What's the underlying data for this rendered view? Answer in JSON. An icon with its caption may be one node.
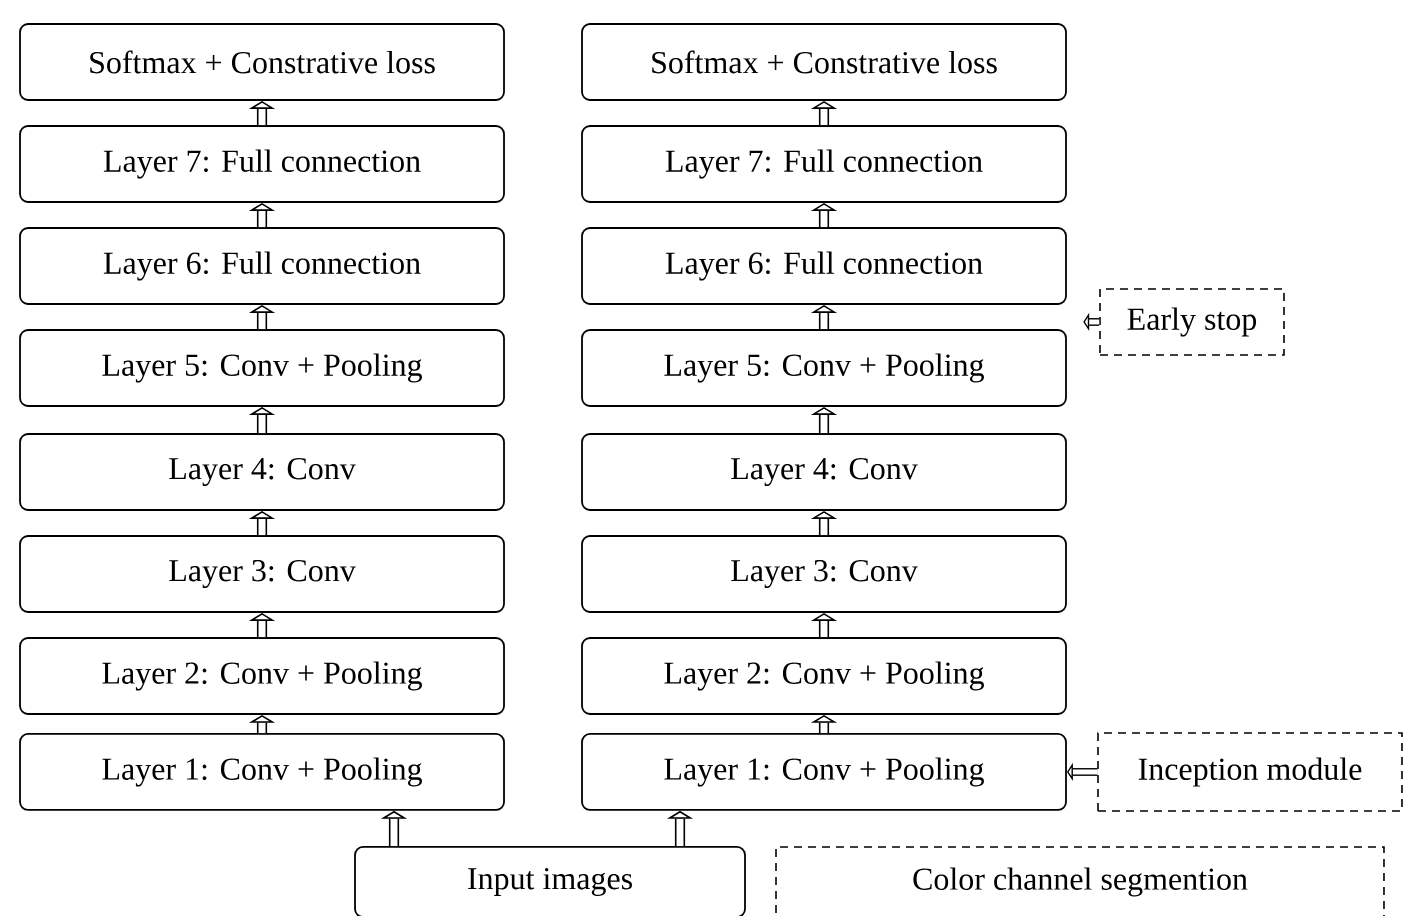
{
  "diagram": {
    "nodes": [
      {
        "text": [
          "Softmax + Constrative loss"
        ]
      },
      {
        "text": [
          "Layer 7: Full connection"
        ]
      },
      {
        "text": [
          "Layer 6: Full connection"
        ]
      },
      {
        "text": [
          "Layer 5: Conv + Pooling"
        ]
      },
      {
        "text": [
          "Layer 4: Conv"
        ]
      },
      {
        "text": [
          "Layer 3: Conv"
        ]
      },
      {
        "text": [
          "Layer 2: Conv + Pooling"
        ]
      },
      {
        "text": [
          "Layer 1: Conv + Pooling"
        ]
      },
      {
        "text": [
          "Softmax + Constrative loss"
        ]
      },
      {
        "text": [
          "Layer 7: Full connection"
        ]
      },
      {
        "text": [
          "Layer 6: Full connection"
        ]
      },
      {
        "text": [
          "Layer 5: Conv + Pooling"
        ]
      },
      {
        "text": [
          "Layer 4: Conv"
        ]
      },
      {
        "text": [
          "Layer 3: Conv"
        ]
      },
      {
        "text": [
          "Layer 2: Conv + Pooling"
        ]
      },
      {
        "text": [
          "Layer 1: Conv + Pooling"
        ]
      },
      {
        "text": [
          "Early stop"
        ]
      },
      {
        "text": [
          "Inception module"
        ]
      },
      {
        "text": [
          "Input images"
        ]
      },
      {
        "text": [
          "Color channel segmention"
        ]
      }
    ],
    "edges": [
      {
        "from": 7,
        "to": 6,
        "arrow": "to"
      },
      {
        "from": 6,
        "to": 5,
        "arrow": "to"
      },
      {
        "from": 5,
        "to": 4,
        "arrow": "to"
      },
      {
        "from": 4,
        "to": 3,
        "arrow": "to"
      },
      {
        "from": 3,
        "to": 2,
        "arrow": "to"
      },
      {
        "from": 2,
        "to": 1,
        "arrow": "to"
      },
      {
        "from": 1,
        "to": 0,
        "arrow": "to"
      },
      {
        "from": 15,
        "to": 14,
        "arrow": "to"
      },
      {
        "from": 14,
        "to": 13,
        "arrow": "to"
      },
      {
        "from": 13,
        "to": 12,
        "arrow": "to"
      },
      {
        "from": 12,
        "to": 11,
        "arrow": "to"
      },
      {
        "from": 11,
        "to": 10,
        "arrow": "to"
      },
      {
        "from": 10,
        "to": 9,
        "arrow": "to"
      },
      {
        "from": 9,
        "to": 8,
        "arrow": "to"
      },
      {
        "from": 18,
        "to": 7,
        "arrow": "to"
      },
      {
        "from": 18,
        "to": 15,
        "arrow": "to"
      },
      {
        "from": 16,
        "to": null,
        "arrow": "to"
      },
      {
        "from": 17,
        "to": 15,
        "arrow": "to"
      }
    ]
  }
}
